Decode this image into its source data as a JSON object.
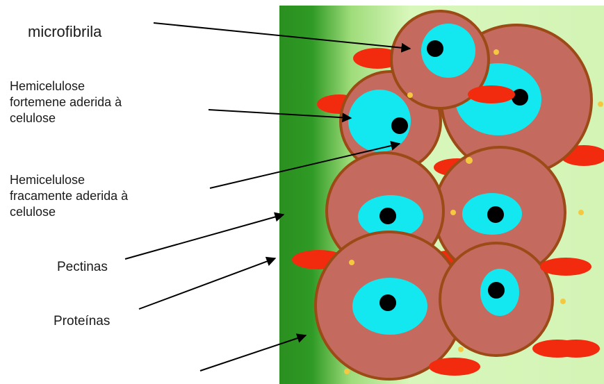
{
  "labels": {
    "microfibrila": "microfibrila",
    "hemicelulose_forte": [
      "Hemicelulose",
      "fortemene aderida à",
      "celulose"
    ],
    "hemicelulose_fraca": [
      "Hemicelulose",
      "fracamente aderida à",
      "celulose"
    ],
    "pectinas": "Pectinas",
    "proteinas": "Proteínas"
  },
  "colors": {
    "wall_dark_green": "#1e8c1e",
    "wall_light_green": "#d6f5b8",
    "cellulose_fill": "#c46a5f",
    "cellulose_border": "#9c4a16",
    "hemicellulose_cyan": "#13e8f0",
    "core_black": "#000000",
    "pectin_red": "#f22b0e",
    "protein_dot_yellow": "#f5c842"
  },
  "icons": {
    "arrow": "arrow-pointer-icon"
  }
}
